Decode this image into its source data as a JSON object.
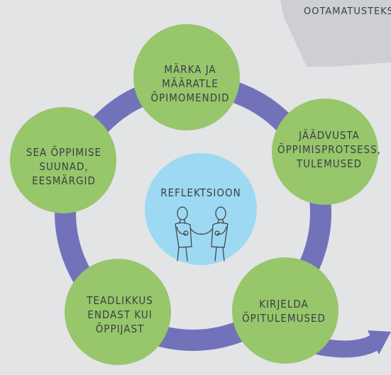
{
  "diagram": {
    "center": {
      "label": "REFLEKTSIOON"
    },
    "nodes": [
      {
        "lines": [
          "MÄRKA JA",
          "MÄÄRATLE",
          "ÕPIMOMENDID"
        ]
      },
      {
        "lines": [
          "JÄÄDVUSTA",
          "ÕPPIMISPROTSESS,",
          "TULEMUSED"
        ]
      },
      {
        "lines": [
          "KIRJELDA",
          "ÕPITULEMUSED"
        ]
      },
      {
        "lines": [
          "TEADLIKKUS",
          "ENDAST KUI",
          "ÕPPIJAST"
        ]
      },
      {
        "lines": [
          "SEA ÕPPIMISE",
          "SUUNAD,",
          "EESMÄRGID"
        ]
      }
    ],
    "corner_note": "OOTAMATUSTEKS"
  },
  "colors": {
    "background": "#e3e4e6",
    "node_fill": "#97c66b",
    "ring": "#7272bb",
    "center_fill": "#9dd9f2",
    "corner_shape": "#cdcfd2",
    "text": "#3b3f45"
  }
}
